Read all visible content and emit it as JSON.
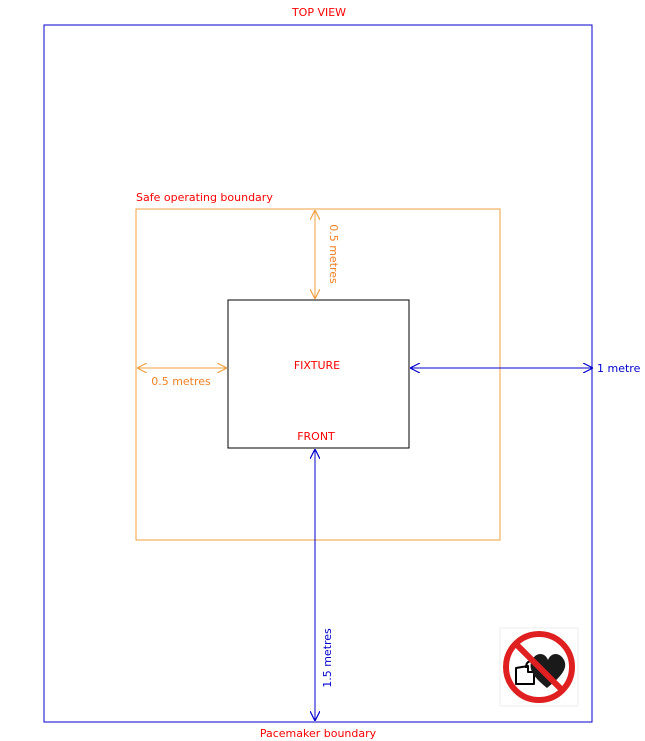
{
  "labels": {
    "top_view": "TOP VIEW",
    "safe_boundary": "Safe operating boundary",
    "fixture": "FIXTURE",
    "front": "FRONT",
    "pacemaker_boundary": "Pacemaker boundary",
    "dist_top": "0.5 metres",
    "dist_left": "0.5 metres",
    "dist_right": "1 metre",
    "dist_bottom": "1.5 metres"
  },
  "colors": {
    "title_text": "#ff0000",
    "pacemaker": "#0000cc",
    "safe": "#f0a040",
    "safe_text": "#f08020",
    "fixture": "#000000",
    "sign_red": "#e02020"
  },
  "icons": {
    "sign": "no-pacemaker-warning-icon"
  }
}
